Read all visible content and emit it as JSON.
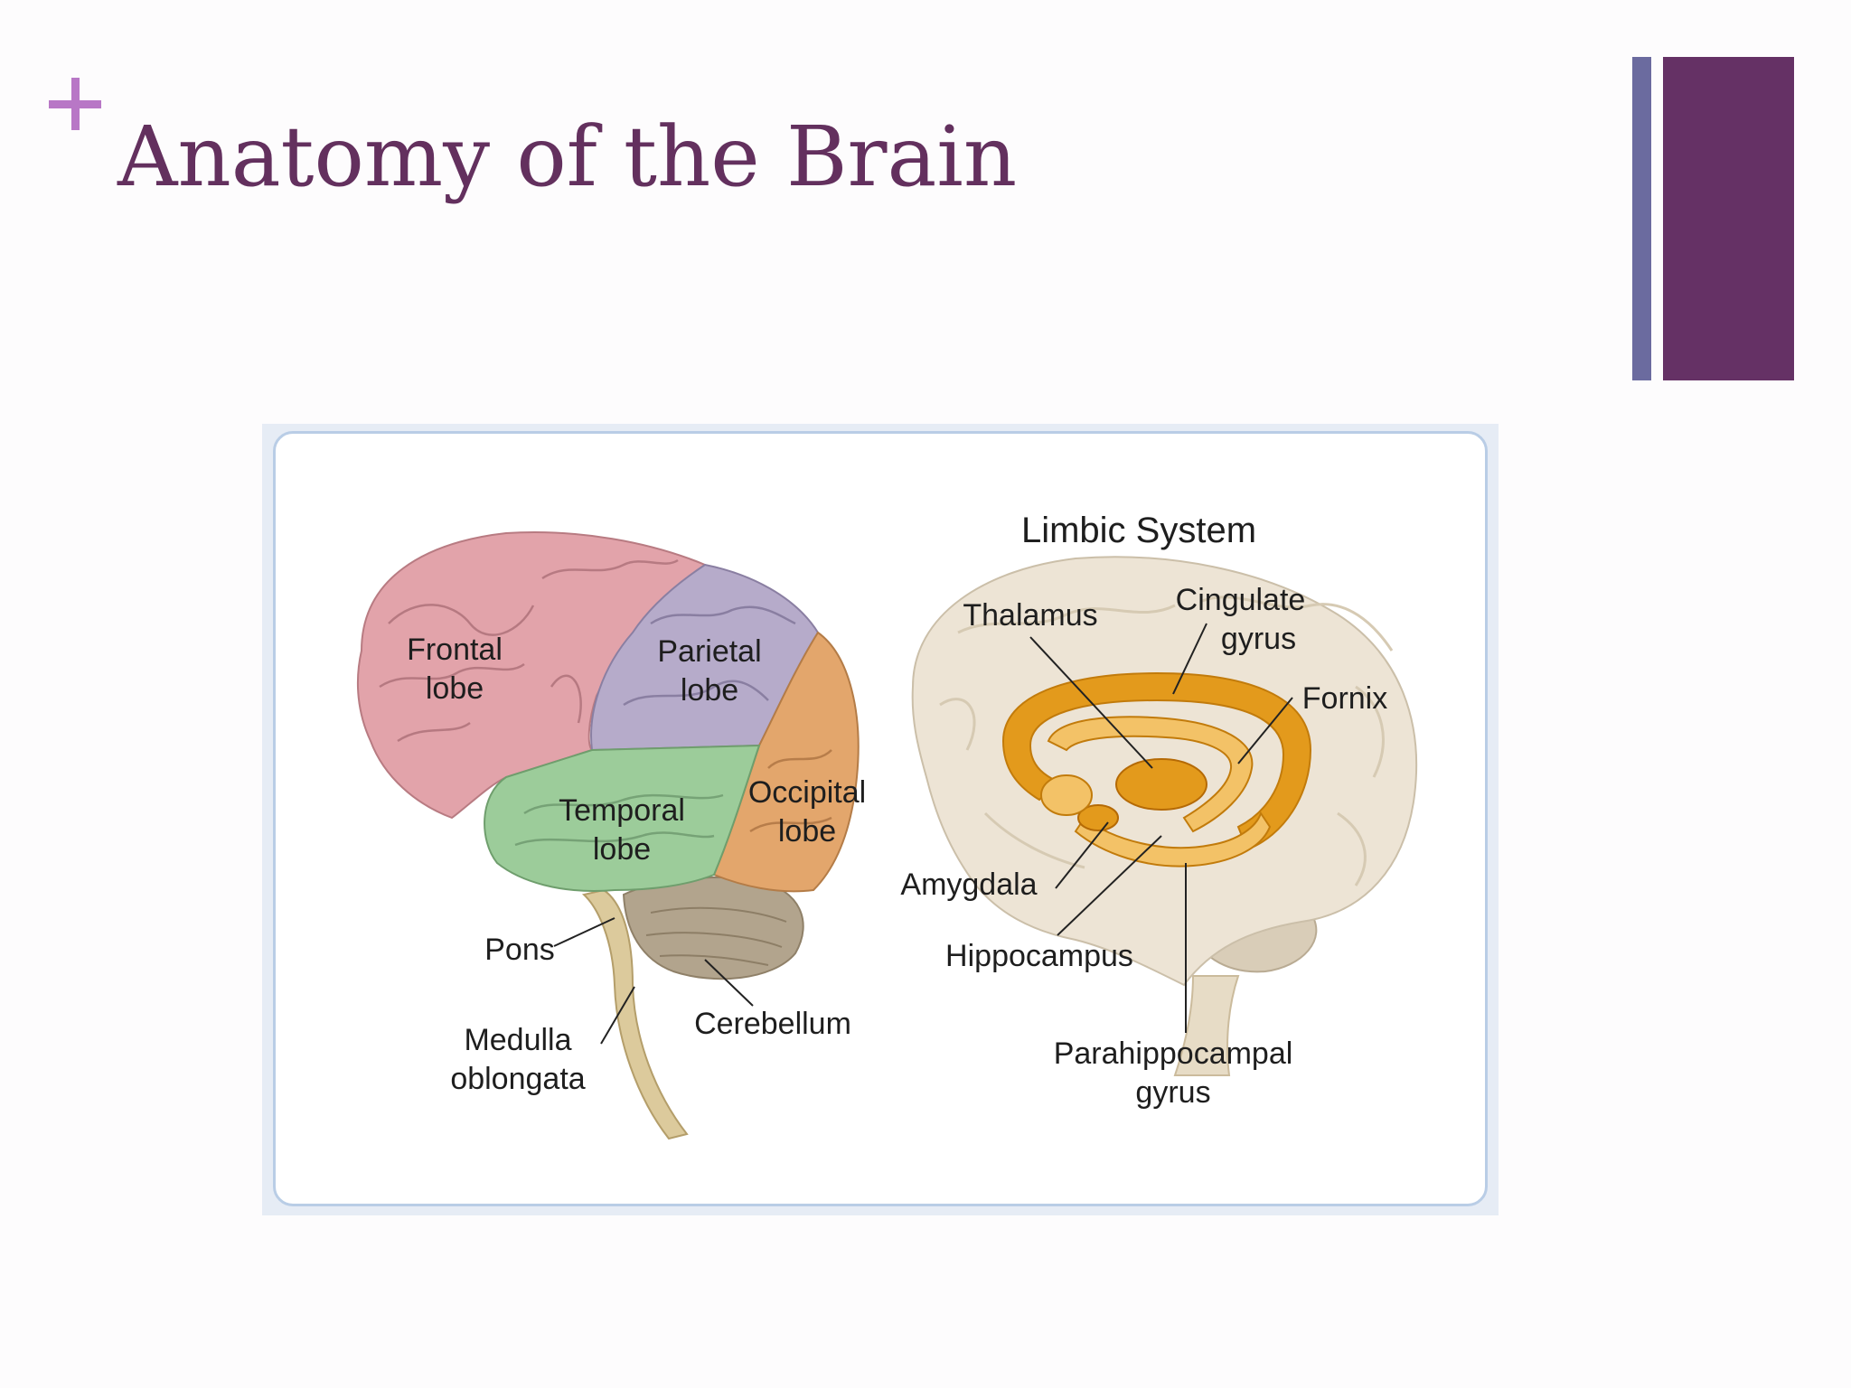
{
  "slide": {
    "title": "Anatomy of the Brain",
    "colors": {
      "title": "#63305e",
      "plus": "#b877c6",
      "accent_bar_thin": "#6b6b9f",
      "accent_bar_thick": "#653165"
    }
  },
  "icons": {
    "plus": "plus-icon"
  },
  "figure": {
    "left_brain": {
      "labels": {
        "frontal": [
          "Frontal",
          "lobe"
        ],
        "parietal": [
          "Parietal",
          "lobe"
        ],
        "temporal": [
          "Temporal",
          "lobe"
        ],
        "occipital": [
          "Occipital",
          "lobe"
        ],
        "pons": "Pons",
        "medulla": [
          "Medulla",
          "oblongata"
        ],
        "cerebellum": "Cerebellum"
      },
      "colors": {
        "frontal": "#e2a3aa",
        "parietal": "#b6abca",
        "temporal": "#9ccc9a",
        "occipital": "#e3a66c",
        "cerebellum": "#b2a48d",
        "brainstem": "#dcca9c"
      }
    },
    "limbic_system": {
      "title": "Limbic System",
      "labels": {
        "thalamus": "Thalamus",
        "cingulate": [
          "Cingulate",
          "gyrus"
        ],
        "fornix": "Fornix",
        "amygdala": "Amygdala",
        "hippocampus": "Hippocampus",
        "parahippocampal": [
          "Parahippocampal",
          "gyrus"
        ]
      },
      "colors": {
        "brain": "#ede4d5",
        "limbic": "#e39a1c",
        "limbic_light": "#f3c267"
      }
    }
  }
}
